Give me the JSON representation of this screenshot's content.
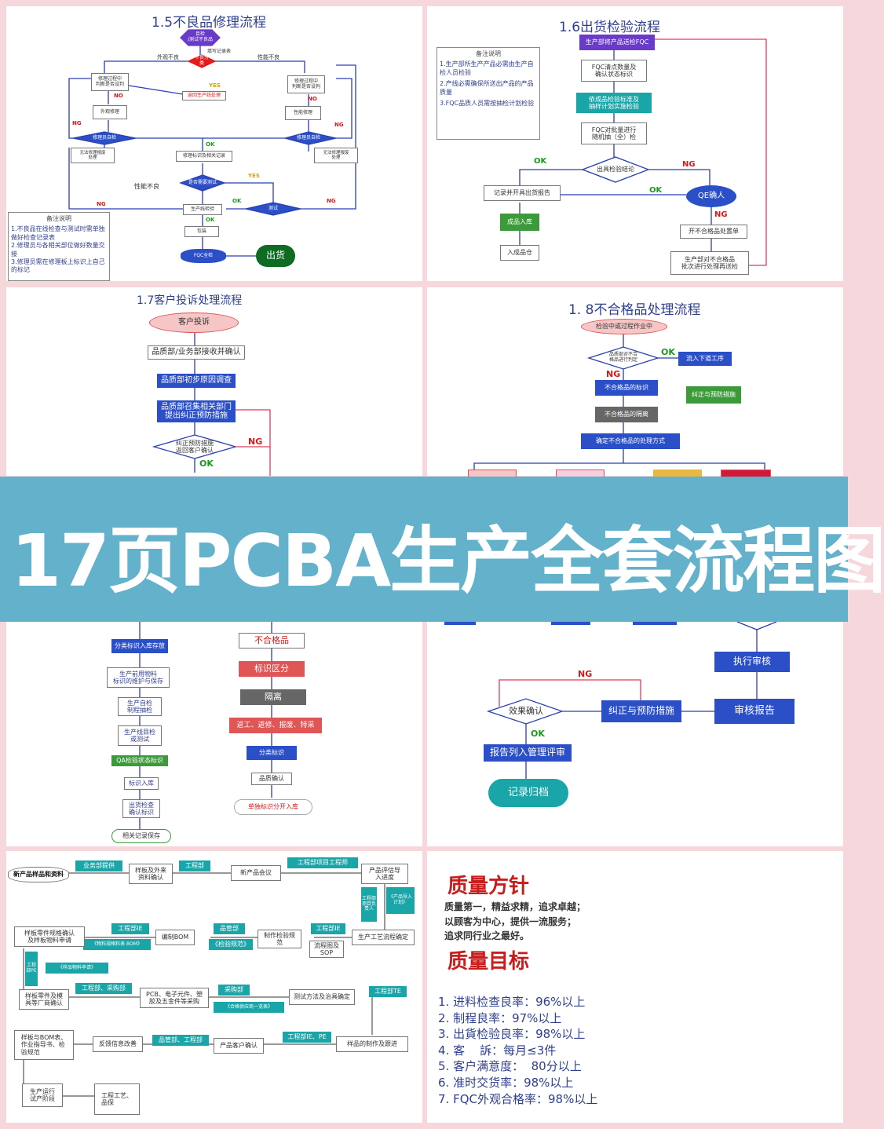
{
  "banner": {
    "title": "17页PCBA生产全套流程图"
  },
  "p15": {
    "title": "1.5不良品修理流程",
    "start": "目检\n/测试不良品",
    "record": "填写记录表",
    "classify": "不良分类",
    "appearance_bad": "外观不良",
    "performance_bad": "性能不良",
    "judge_left": "修理过程中\n判断是否设判",
    "judge_right": "修理过程中\n判断是否设判",
    "yes": "YES",
    "return_line": "返回生产线处理",
    "no1": "NO",
    "no2": "NO",
    "repair_app": "外观修理",
    "repair_perf": "性能修理",
    "ng1": "NG",
    "ng2": "NG",
    "self_check_l": "修理员自检",
    "self_check_r": "修理员自检",
    "cannot_l": "无法修理报废\n处理",
    "cannot_r": "无法修理报废\n处理",
    "ok1": "OK",
    "mark": "修理标识及相关记录",
    "perf_bad2": "性能不良",
    "need_test": "是否需要测试",
    "yes2": "YES",
    "ng3": "NG",
    "ok2": "OK",
    "ng4": "NG",
    "line_check": "生产线检验",
    "test": "测试",
    "ok3": "OK",
    "pack": "包装",
    "fqc": "FQC全检",
    "ship": "出货",
    "note_title": "备注说明",
    "notes": [
      "1.不良品在线检查与测试时需单独做好检查记录表",
      "2.修理员与各相关部位做好数量交接",
      "3.修理员需在修理板上标识上自己的标记"
    ]
  },
  "p16": {
    "title": "1.6出货检验流程",
    "n1": "生产部将产品送检FQC",
    "n2": "FQC清点数量及\n确认状态标识",
    "n3": "依成品检验标准及\n抽样计划实施检验",
    "n4": "FQC对批量进行\n随机抽（全）检",
    "decide": "出具检验结论",
    "ok1": "OK",
    "ng1": "NG",
    "report": "记录并开具出货报告",
    "ok2": "OK",
    "qe": "QE确人",
    "ng2": "NG",
    "stock": "成品入库",
    "warehouse": "入成品仓",
    "bad_form": "开不合格品处置单",
    "redo": "生产部对不合格品\n批次进行处理再送检",
    "note_title": "备注说明",
    "notes": [
      "1.生产部所生产产品必需由生产自检人员检验",
      "2.产线必需确保所送出产品的产品质量",
      "3.FQC品质人员需按抽检计划检验"
    ]
  },
  "p17": {
    "title": "1.7客户投诉处理流程",
    "start": "客户投诉",
    "n1": "品质部/业务部接收并确认",
    "n2": "品质部初步原因调查",
    "n3": "品质部召集相关部门\n提出纠正预防措施",
    "d1": "纠正预防措施\n返回客户确认",
    "ng": "NG",
    "ok": "OK"
  },
  "p18": {
    "title": "1. 8不合格品处理流程",
    "start": "检验中或过程作业中",
    "d1": "品质部对不合\n格品进行判定",
    "ok": "OK",
    "next": "流入下道工序",
    "ng": "NG",
    "n1": "不合格品的标识",
    "n2": "不合格品的隔离",
    "n3": "确定不合格品的处理方式",
    "side": "纠正与预防措施"
  },
  "p19": {
    "left": [
      "分类标识入库存放",
      "生产前用物料\n标识的维护与保存",
      "生产自检\n制程抽检",
      "生产线目检\n或测试",
      "QA检验状态标识",
      "标识入库",
      "出货检查\n确认标识",
      "相关记录保存"
    ],
    "right": [
      "不合格品",
      "标识区分",
      "隔离",
      "返工、返修、报废、特采",
      "分类标识",
      "品质确认",
      "单独标识分开入库"
    ]
  },
  "p20": {
    "exec": "执行审核",
    "audit": "审核报告",
    "ng": "NG",
    "effect": "效果确认",
    "cap": "纠正与预防措施",
    "ok": "OK",
    "review": "报告列入管理评审",
    "archive": "记录归档"
  },
  "p21": {
    "start": "新产品样品和资料",
    "biz": "业务部提供",
    "sample": "样板及外来\n资料确认",
    "eng": "工程部",
    "meeting": "新产品会议",
    "eng_pm": "工程部项目工程师",
    "assess": "产品评估导\n入进度",
    "eng_plan": "工程部项目负责人",
    "import_plan": "《产品导入计划》",
    "spec": "样板零件规格确认\n及样板物料申请",
    "eng_dept": "工程部IE",
    "bom_list": "《物料规格料表 BOM》",
    "bom": "编制BOM",
    "qa": "品管部",
    "insp_spec": "《检验规范》",
    "make_spec": "制作检验规\n范",
    "eng_ie": "工程部IE",
    "flow": "工程部IE",
    "sop": "流程图及\nSOP",
    "process": "生产工艺流程确定",
    "eng_pe": "工程部PE",
    "req": "《样品物料申请》",
    "eng_buy": "工程部、采购部",
    "buy": "采购部",
    "parts": "样板零件及模\n具等厂商确认",
    "pcb": "PCB、电子元件、塑\n胶及五金件等采购",
    "test": "测试方法及治具确定",
    "eng_te": "工程部TE",
    "pass": "《合格供应商一览表》",
    "bom_doc": "样板与BOM表、\n作业指导书、检\n验规范",
    "feedback": "反馈信息改善",
    "qa_eng": "品管部、工程部",
    "confirm": "产品客户确认",
    "eng_ie_pe": "工程部IE、PE",
    "make": "样品的制作及跟进",
    "trial": "生产运行\n试产阶段",
    "final": "工程工艺、\n品保"
  },
  "quality": {
    "policy_title": "质量方针",
    "policy": [
      "质量第一，精益求精，追求卓越；",
      "以顾客为中心，提供一流服务；",
      "追求同行业之最好。"
    ],
    "goal_title": "质量目标",
    "goals": [
      "1. 进料检查良率：96%以上",
      "2. 制程良率：97%以上",
      "3. 出貨检验良率：98%以上",
      "4. 客    訴：每月≤3件",
      "5. 客户满意度：  80分以上",
      "6. 准时交货率：98%以上",
      "7. FQC外观合格率：98%以上"
    ]
  }
}
